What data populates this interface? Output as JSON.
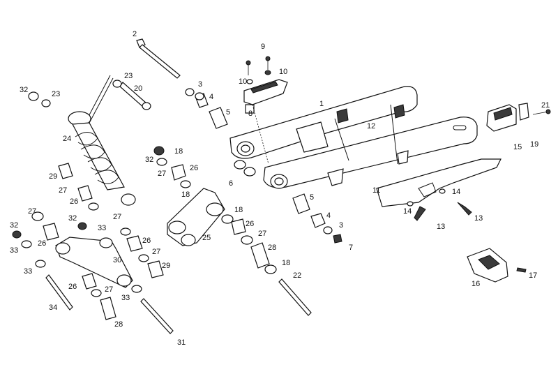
{
  "diagram": {
    "callouts": [
      {
        "id": "c1",
        "text": "1"
      },
      {
        "id": "c2",
        "text": "2"
      },
      {
        "id": "c3a",
        "text": "3"
      },
      {
        "id": "c3b",
        "text": "3"
      },
      {
        "id": "c4a",
        "text": "4"
      },
      {
        "id": "c4b",
        "text": "4"
      },
      {
        "id": "c5a",
        "text": "5"
      },
      {
        "id": "c5b",
        "text": "5"
      },
      {
        "id": "c6",
        "text": "6"
      },
      {
        "id": "c7",
        "text": "7"
      },
      {
        "id": "c8",
        "text": "8"
      },
      {
        "id": "c9",
        "text": "9"
      },
      {
        "id": "c10a",
        "text": "10"
      },
      {
        "id": "c10b",
        "text": "10"
      },
      {
        "id": "c11",
        "text": "11"
      },
      {
        "id": "c12",
        "text": "12"
      },
      {
        "id": "c13a",
        "text": "13"
      },
      {
        "id": "c13b",
        "text": "13"
      },
      {
        "id": "c14a",
        "text": "14"
      },
      {
        "id": "c14b",
        "text": "14"
      },
      {
        "id": "c15",
        "text": "15"
      },
      {
        "id": "c16",
        "text": "16"
      },
      {
        "id": "c17",
        "text": "17"
      },
      {
        "id": "c18a",
        "text": "18"
      },
      {
        "id": "c18b",
        "text": "18"
      },
      {
        "id": "c18c",
        "text": "18"
      },
      {
        "id": "c18d",
        "text": "18"
      },
      {
        "id": "c19",
        "text": "19"
      },
      {
        "id": "c20",
        "text": "20"
      },
      {
        "id": "c21",
        "text": "21"
      },
      {
        "id": "c22",
        "text": "22"
      },
      {
        "id": "c23a",
        "text": "23"
      },
      {
        "id": "c23b",
        "text": "23"
      },
      {
        "id": "c24",
        "text": "24"
      },
      {
        "id": "c25",
        "text": "25"
      },
      {
        "id": "c26a",
        "text": "26"
      },
      {
        "id": "c26b",
        "text": "26"
      },
      {
        "id": "c26c",
        "text": "26"
      },
      {
        "id": "c26d",
        "text": "26"
      },
      {
        "id": "c26e",
        "text": "26"
      },
      {
        "id": "c26f",
        "text": "26"
      },
      {
        "id": "c27a",
        "text": "27"
      },
      {
        "id": "c27b",
        "text": "27"
      },
      {
        "id": "c27c",
        "text": "27"
      },
      {
        "id": "c27d",
        "text": "27"
      },
      {
        "id": "c27e",
        "text": "27"
      },
      {
        "id": "c27f",
        "text": "27"
      },
      {
        "id": "c27g",
        "text": "27"
      },
      {
        "id": "c28a",
        "text": "28"
      },
      {
        "id": "c28b",
        "text": "28"
      },
      {
        "id": "c29a",
        "text": "29"
      },
      {
        "id": "c29b",
        "text": "29"
      },
      {
        "id": "c30",
        "text": "30"
      },
      {
        "id": "c31",
        "text": "31"
      },
      {
        "id": "c32a",
        "text": "32"
      },
      {
        "id": "c32b",
        "text": "32"
      },
      {
        "id": "c32c",
        "text": "32"
      },
      {
        "id": "c32d",
        "text": "32"
      },
      {
        "id": "c33a",
        "text": "33"
      },
      {
        "id": "c33b",
        "text": "33"
      },
      {
        "id": "c33c",
        "text": "33"
      },
      {
        "id": "c33d",
        "text": "33"
      },
      {
        "id": "c34",
        "text": "34"
      }
    ]
  }
}
